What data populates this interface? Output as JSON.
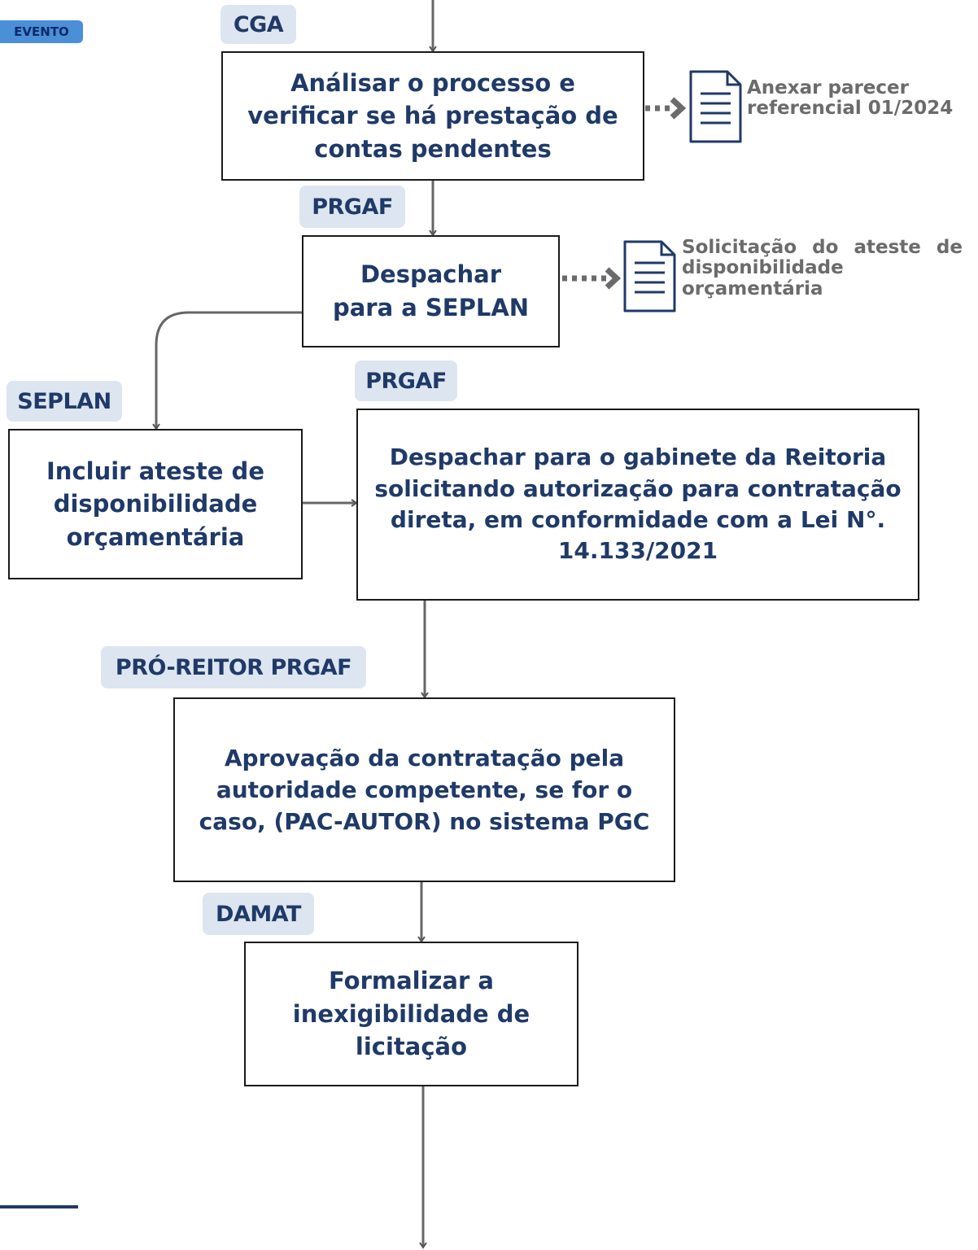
{
  "badge": {
    "evento": "EVENTO"
  },
  "lanes": {
    "cga": "CGA",
    "prgaf_1": "PRGAF",
    "seplan": "SEPLAN",
    "prgaf_2": "PRGAF",
    "pro_reitor": "PRÓ-REITOR PRGAF",
    "damat": "DAMAT"
  },
  "steps": {
    "analisar": "Análisar o processo e verificar se há prestação de contas pendentes",
    "despachar_seplan": "Despachar para a SEPLAN",
    "incluir_ateste": "Incluir ateste de disponibilidade orçamentária",
    "despachar_gabinete": "Despachar para o gabinete da Reitoria solicitando autorização para contratação direta, em conformidade com a Lei N°. 14.133/2021",
    "aprovacao": "Aprovação da contratação pela autoridade competente, se for o caso, (PAC-AUTOR) no sistema PGC",
    "formalizar": "Formalizar a inexigibilidade de licitação"
  },
  "documents": {
    "parecer": "Anexar parecer referencial 01/2024",
    "ateste": "Solicitação do ateste de disponibilidade orçamentária"
  },
  "icons": [
    "document-icon",
    "arrowhead-icon"
  ],
  "colors": {
    "text": "#1f3a68",
    "lane": "#dde5f0",
    "line": "#666666",
    "note": "#6b6b6b"
  }
}
